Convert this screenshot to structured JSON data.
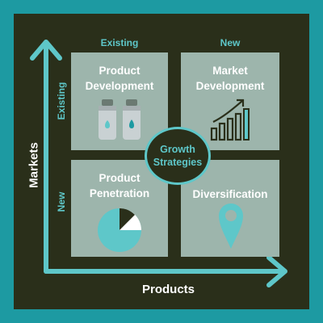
{
  "axes": {
    "vertical_label": "Markets",
    "horizontal_label": "Products"
  },
  "columns": {
    "left": "Existing",
    "right": "New"
  },
  "rows": {
    "top": "Existing",
    "bottom": "New"
  },
  "quadrants": {
    "top_left": {
      "line1": "Product",
      "line2": "Development",
      "icon": "bottles-icon"
    },
    "top_right": {
      "line1": "Market",
      "line2": "Development",
      "icon": "growth-bar-chart-icon"
    },
    "bottom_left": {
      "line1": "Product",
      "line2": "Penetration",
      "icon": "pie-chart-icon"
    },
    "bottom_right": {
      "line1": "Diversification",
      "icon": "map-pin-icon"
    }
  },
  "center": {
    "line1": "Growth",
    "line2": "Strategies"
  },
  "colors": {
    "frame": "#1d9aa2",
    "background": "#2a2f1a",
    "quadrant": "#9db5ac",
    "accent": "#5ec7c9",
    "text": "#ffffff"
  }
}
